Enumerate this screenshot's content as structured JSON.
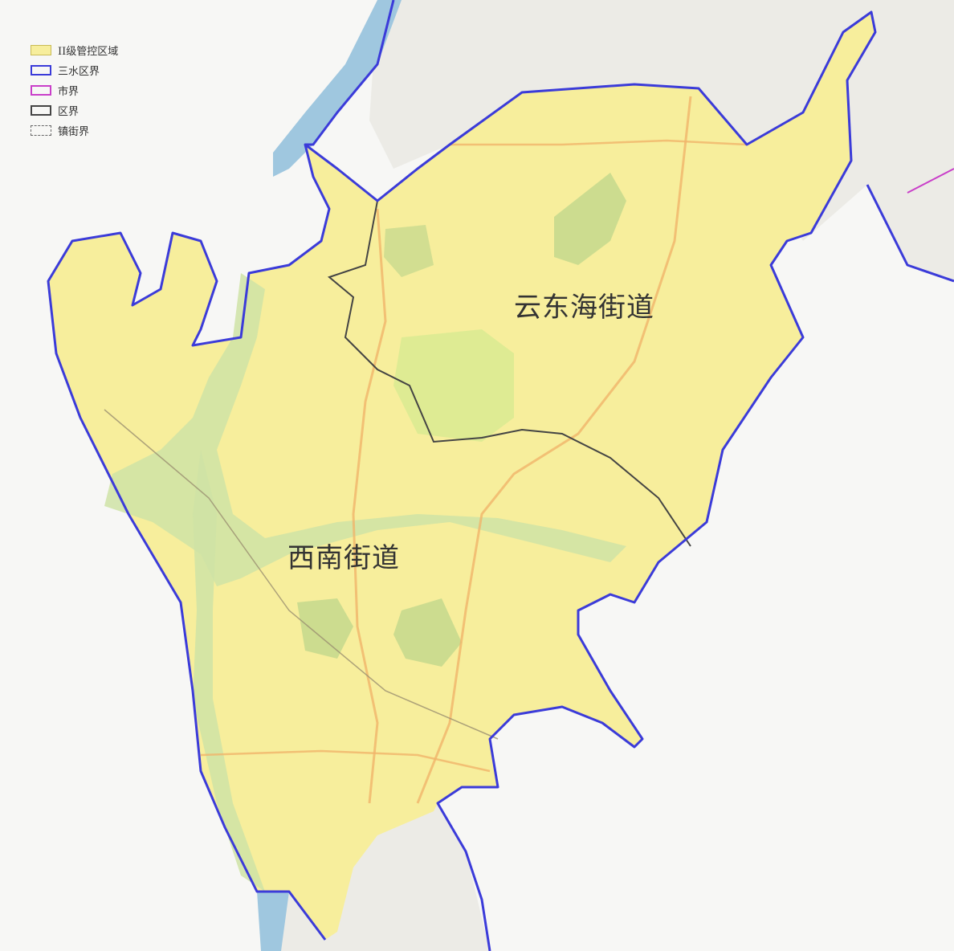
{
  "legend": {
    "items": [
      {
        "label": "II级管控区域",
        "symbol": "yellow-fill-swatch"
      },
      {
        "label": "三水区界",
        "symbol": "blue-outline-swatch"
      },
      {
        "label": "市界",
        "symbol": "magenta-outline-swatch"
      },
      {
        "label": "区界",
        "symbol": "dark-outline-swatch"
      },
      {
        "label": "镇街界",
        "symbol": "dashed-outline-swatch"
      }
    ]
  },
  "regions": {
    "yundonghai": "云东海街道",
    "xinan": "西南街道"
  },
  "colors": {
    "zone_fill": "#f7ee9c",
    "sanshui_boundary": "#3b3bd9",
    "city_boundary": "#c93fc9",
    "district_boundary": "#444444",
    "river": "#cfe3a6",
    "water": "#9fc7df",
    "road": "#f0b46a",
    "basemap": "#ecebe6",
    "green_space": "#b9d48a"
  }
}
